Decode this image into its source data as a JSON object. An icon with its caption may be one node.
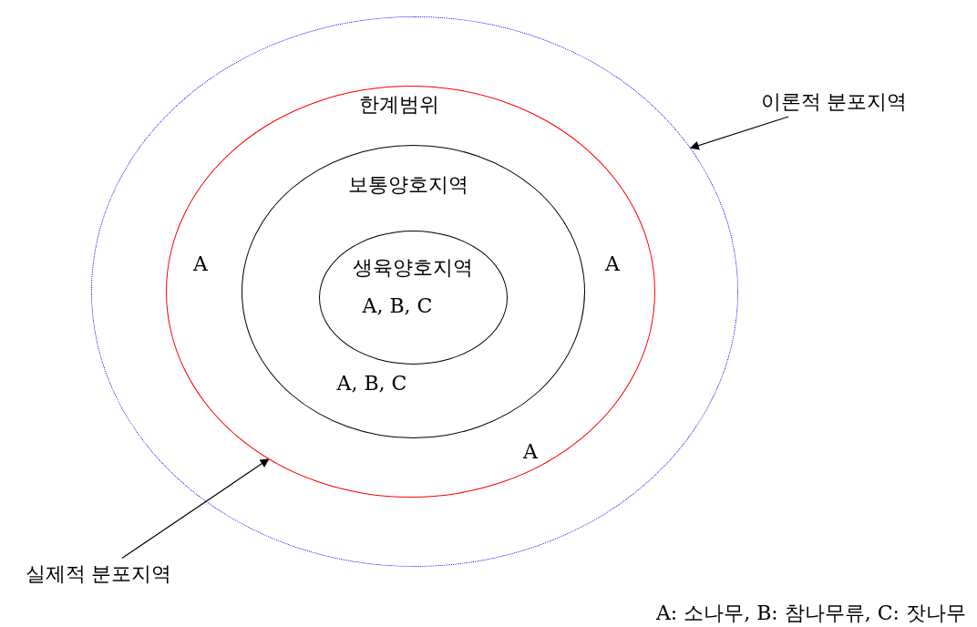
{
  "diagram": {
    "nodes": [
      {
        "text": [],
        "shape": "circle"
      },
      {
        "text": [
          "한계범위",
          "A",
          "A",
          "A"
        ],
        "in": 0
      },
      {
        "text": [
          "보통양호지역",
          "A, B, C"
        ],
        "in": 1
      },
      {
        "text": [
          "생육양호지역",
          "A, B, C"
        ],
        "in": 2
      },
      {
        "text": [
          "이론적 분포지역"
        ]
      },
      {
        "text": [
          "실제적 분포지역"
        ]
      }
    ],
    "edges": [
      {
        "from": 4,
        "to": 0,
        "arrow": "to"
      },
      {
        "from": 5,
        "to": 1,
        "arrow": "to"
      }
    ],
    "labels": [
      "A: 소나무, B: 참나무류, C: 잣나무"
    ]
  }
}
